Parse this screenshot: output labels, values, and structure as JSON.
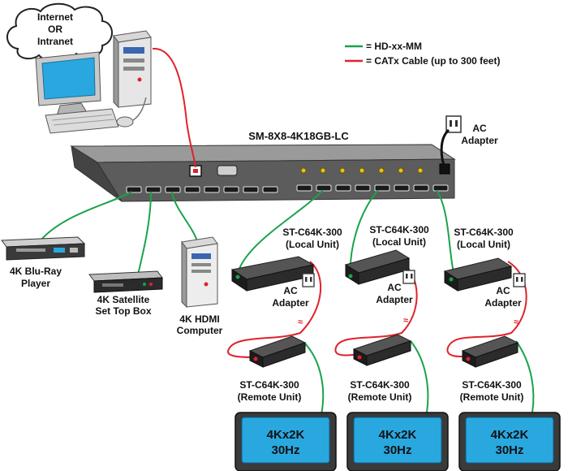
{
  "cloud": {
    "line1": "Internet",
    "line2": "OR",
    "line3": "Intranet"
  },
  "legend": [
    {
      "color": "#19a34a",
      "label": "= HD-xx-MM"
    },
    {
      "color": "#e0222a",
      "label": "= CATx Cable (up to 300 feet)"
    }
  ],
  "matrix": {
    "label": "SM-8X8-4K18GB-LC"
  },
  "matrix_adapter": {
    "line1": "AC",
    "line2": "Adapter"
  },
  "sources": {
    "bluray": {
      "line1": "4K Blu-Ray",
      "line2": "Player"
    },
    "satellite": {
      "line1": "4K Satellite",
      "line2": "Set Top Box"
    },
    "computer": {
      "line1": "4K HDMI",
      "line2": "Computer"
    }
  },
  "local_unit": {
    "line1": "ST-C64K-300",
    "line2": "(Local Unit)"
  },
  "remote_unit": {
    "line1": "ST-C64K-300",
    "line2": "(Remote Unit)"
  },
  "extender_adapter": {
    "line1": "AC",
    "line2": "Adapter"
  },
  "display": {
    "line1": "4Kx2K",
    "line2": "30Hz"
  },
  "colors": {
    "hdmi": "#19a34a",
    "catx": "#e0222a",
    "screen": "#29a8e0",
    "device": "#2b2b2b"
  }
}
